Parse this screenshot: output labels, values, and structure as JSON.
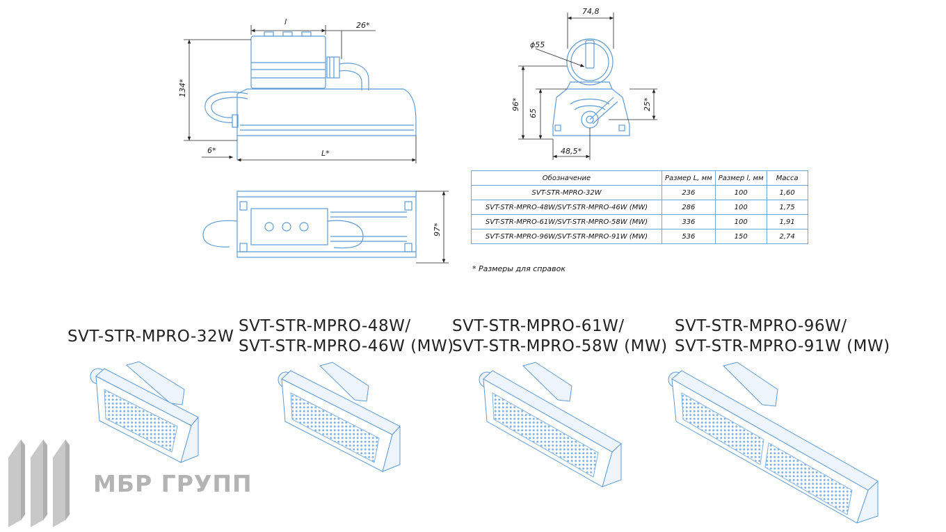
{
  "drawing": {
    "dims": {
      "l": "l",
      "twentysix": "26*",
      "onethirtyfour": "134*",
      "six": "6*",
      "L": "L*",
      "ninetyseven": "97*",
      "seventyfour": "74,8",
      "phi55": "ϕ55",
      "ninetysix": "96*",
      "sixtyfive": "65",
      "twentyfive": "25*",
      "fortyeight": "48,5*"
    }
  },
  "spec_table": {
    "headers": [
      "Обозначение",
      "Размер L, мм",
      "Размер l, мм",
      "Масса"
    ],
    "rows": [
      [
        "SVT-STR-MPRO-32W",
        "236",
        "100",
        "1,60"
      ],
      [
        "SVT-STR-MPRO-48W/SVT-STR-MPRO-46W (MW)",
        "286",
        "100",
        "1,75"
      ],
      [
        "SVT-STR-MPRO-61W/SVT-STR-MPRO-58W (MW)",
        "336",
        "100",
        "1,91"
      ],
      [
        "SVT-STR-MPRO-96W/SVT-STR-MPRO-91W (MW)",
        "536",
        "150",
        "2,74"
      ]
    ]
  },
  "footnote": "* Размеры для справок",
  "products": [
    {
      "line1": "SVT-STR-MPRO-32W",
      "line2": ""
    },
    {
      "line1": "SVT-STR-MPRO-48W/",
      "line2": "SVT-STR-MPRO-46W (MW)"
    },
    {
      "line1": "SVT-STR-MPRO-61W/",
      "line2": "SVT-STR-MPRO-58W (MW)"
    },
    {
      "line1": "SVT-STR-MPRO-96W/",
      "line2": "SVT-STR-MPRO-91W (MW)"
    }
  ],
  "logo": {
    "text": "МБР ГРУПП",
    "color": "#b3b3b3"
  },
  "colors": {
    "line": "#5b9bd5",
    "panel": "#7fb2e5",
    "dim": "#222222"
  }
}
